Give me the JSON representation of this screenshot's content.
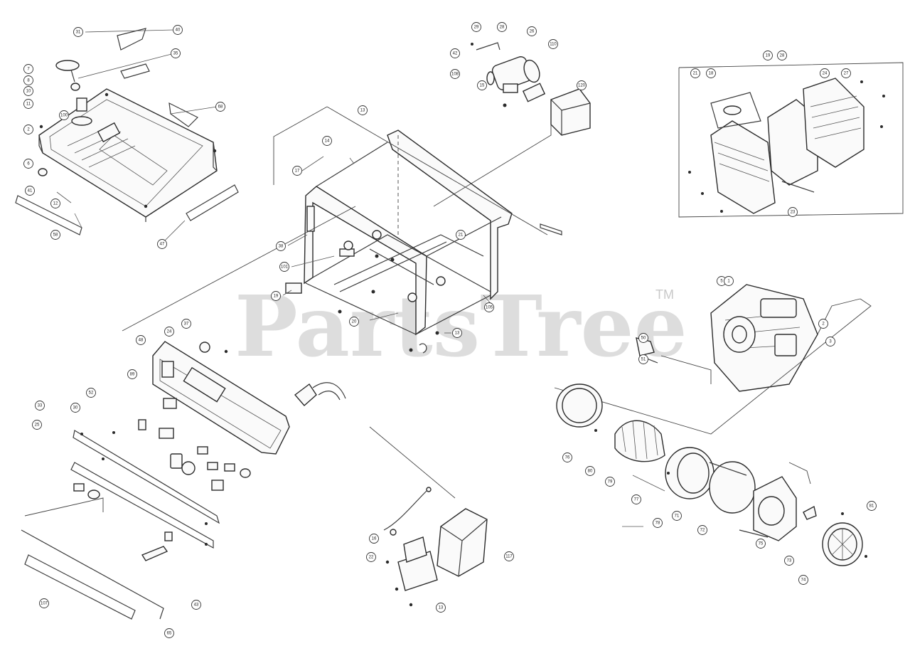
{
  "watermark": {
    "text": "PartsTree",
    "mark": "TM"
  },
  "callouts": [
    {
      "group": "fuel-tank",
      "label": "31"
    },
    {
      "group": "fuel-tank",
      "label": "40"
    },
    {
      "group": "fuel-tank",
      "label": "35"
    },
    {
      "group": "fuel-tank",
      "label": "7"
    },
    {
      "group": "fuel-tank",
      "label": "8"
    },
    {
      "group": "fuel-tank",
      "label": "10"
    },
    {
      "group": "fuel-tank",
      "label": "11"
    },
    {
      "group": "fuel-tank",
      "label": "100"
    },
    {
      "group": "fuel-tank",
      "label": "2"
    },
    {
      "group": "fuel-tank",
      "label": "6"
    },
    {
      "group": "fuel-tank",
      "label": "41"
    },
    {
      "group": "fuel-tank",
      "label": "12"
    },
    {
      "group": "fuel-tank",
      "label": "58"
    },
    {
      "group": "fuel-tank",
      "label": "47"
    },
    {
      "group": "fuel-tank",
      "label": "68"
    },
    {
      "group": "frame",
      "label": "13"
    },
    {
      "group": "frame",
      "label": "14"
    },
    {
      "group": "frame",
      "label": "17"
    },
    {
      "group": "frame",
      "label": "38"
    },
    {
      "group": "frame",
      "label": "101"
    },
    {
      "group": "frame",
      "label": "19"
    },
    {
      "group": "frame",
      "label": "20"
    },
    {
      "group": "frame",
      "label": "21"
    },
    {
      "group": "frame",
      "label": "105"
    },
    {
      "group": "frame",
      "label": "13"
    },
    {
      "group": "battery",
      "label": "29"
    },
    {
      "group": "battery",
      "label": "28"
    },
    {
      "group": "battery",
      "label": "26"
    },
    {
      "group": "battery",
      "label": "42"
    },
    {
      "group": "battery",
      "label": "108"
    },
    {
      "group": "battery",
      "label": "15"
    },
    {
      "group": "battery",
      "label": "110"
    },
    {
      "group": "battery",
      "label": "120"
    },
    {
      "group": "muffler",
      "label": "21"
    },
    {
      "group": "muffler",
      "label": "18"
    },
    {
      "group": "muffler",
      "label": "19"
    },
    {
      "group": "muffler",
      "label": "28"
    },
    {
      "group": "muffler",
      "label": "24"
    },
    {
      "group": "muffler",
      "label": "27"
    },
    {
      "group": "muffler",
      "label": "23"
    },
    {
      "group": "engine",
      "label": "5"
    },
    {
      "group": "engine",
      "label": "1"
    },
    {
      "group": "engine",
      "label": "2"
    },
    {
      "group": "engine",
      "label": "3"
    },
    {
      "group": "engine",
      "label": "50"
    },
    {
      "group": "engine",
      "label": "51"
    },
    {
      "group": "control-panel",
      "label": "24"
    },
    {
      "group": "control-panel",
      "label": "37"
    },
    {
      "group": "control-panel",
      "label": "48"
    },
    {
      "group": "control-panel",
      "label": "89"
    },
    {
      "group": "control-panel",
      "label": "52"
    },
    {
      "group": "control-panel",
      "label": "30"
    },
    {
      "group": "control-panel",
      "label": "33"
    },
    {
      "group": "control-panel",
      "label": "25"
    },
    {
      "group": "control-panel",
      "label": "43"
    },
    {
      "group": "control-panel",
      "label": "107"
    },
    {
      "group": "control-panel",
      "label": "65"
    },
    {
      "group": "wiring",
      "label": "16"
    },
    {
      "group": "wiring",
      "label": "22"
    },
    {
      "group": "wiring",
      "label": "13"
    },
    {
      "group": "wiring",
      "label": "117"
    },
    {
      "group": "alternator",
      "label": "76"
    },
    {
      "group": "alternator",
      "label": "80"
    },
    {
      "group": "alternator",
      "label": "79"
    },
    {
      "group": "alternator",
      "label": "77"
    },
    {
      "group": "alternator",
      "label": "78"
    },
    {
      "group": "alternator",
      "label": "71"
    },
    {
      "group": "alternator",
      "label": "72"
    },
    {
      "group": "alternator",
      "label": "75"
    },
    {
      "group": "alternator",
      "label": "73"
    },
    {
      "group": "alternator",
      "label": "74"
    },
    {
      "group": "alternator",
      "label": "81"
    }
  ]
}
